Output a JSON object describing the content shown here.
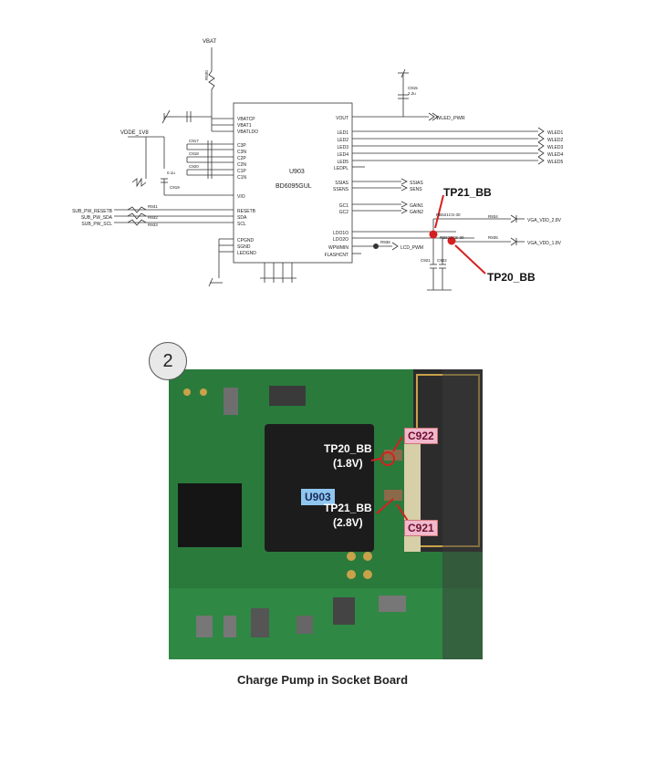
{
  "schematic": {
    "power_rail_top": "VBAT",
    "power_rail_left": "VDDE_1V8",
    "chip_ref": "U903",
    "chip_part": "BD6095GUL",
    "output_net": "WLED_PWR",
    "led_nets": [
      "WLED1",
      "WLED2",
      "WLED3",
      "WLED4",
      "WLED5"
    ],
    "control_nets": [
      "SUB_PW_RESETB",
      "SUB_PW_SDA",
      "SUB_PW_SCL"
    ],
    "ldo_outputs": [
      "VGA_VDD_2.8V",
      "VGA_VDD_1.8V"
    ],
    "pwm_net": "LCD_PWM",
    "left_pins": [
      "VBATCP",
      "VBAT1",
      "VBATLDO",
      "C3P",
      "C3N",
      "C2P",
      "C2N",
      "C1P",
      "C1N",
      "VIO",
      "RESETB",
      "SDA",
      "SCL",
      "CPGND",
      "SGND",
      "LEDGND"
    ],
    "right_pins": [
      "VOUT",
      "LED1",
      "LED2",
      "LED3",
      "LED4",
      "LED5",
      "LEDPL",
      "SSIAS",
      "SSENS",
      "GC1",
      "GC2",
      "LDO1O",
      "LDO2O",
      "WPWMIN",
      "FLASHCNT"
    ],
    "sense_nets": [
      "SSIAS",
      "SENS",
      "GAIN1",
      "GAIN2"
    ],
    "components": {
      "c915": "C915",
      "c915_val": "2.2u",
      "c917": "C917",
      "c918": "C918",
      "c920": "C920",
      "c919": "C919",
      "c919_val": "0.1u",
      "r930": "R930",
      "r931": "R931",
      "r932": "R932",
      "r933": "R933",
      "r934": "R934",
      "r935": "R935",
      "r936": "R936",
      "c921": "C921",
      "c922": "C922",
      "ldo_a": "RB521CS-30",
      "ldo_b": "RB521CS-30"
    },
    "test_points": {
      "tp21": "TP21_BB",
      "tp20": "TP20_BB"
    }
  },
  "photo": {
    "step": "2",
    "chip_label": "U903",
    "tp20_label": "TP20_BB",
    "tp20_voltage": "(1.8V)",
    "tp21_label": "TP21_BB",
    "tp21_voltage": "(2.8V)",
    "c922_label": "C922",
    "c921_label": "C921"
  },
  "caption": "Charge Pump in Socket Board",
  "colors": {
    "marker_red": "#d62020",
    "pcb_green": "#2a7a3c",
    "chip_label_bg": "#8fc6ef",
    "cap_label_bg": "#f2b9cc"
  }
}
